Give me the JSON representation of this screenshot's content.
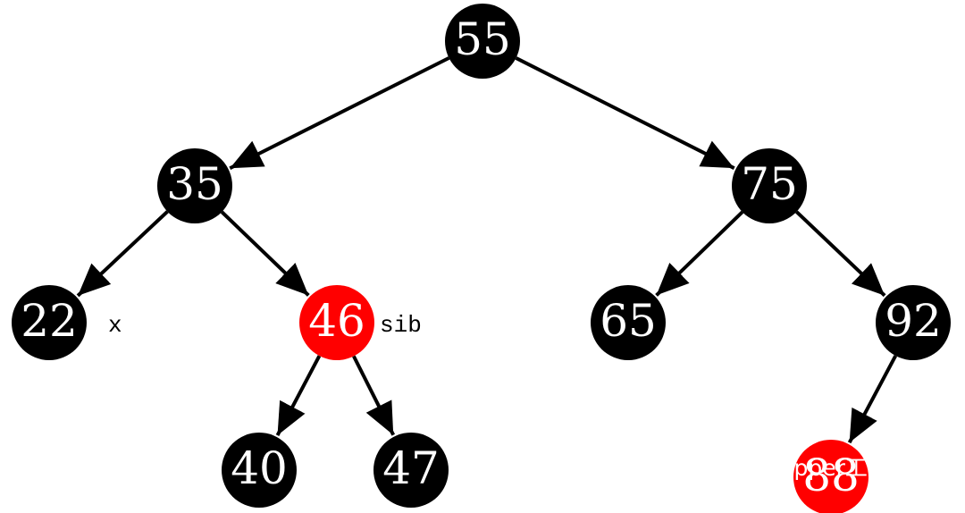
{
  "tree": {
    "nodes": [
      {
        "id": "n55",
        "label": "55",
        "color": "#000000"
      },
      {
        "id": "n35",
        "label": "35",
        "color": "#000000"
      },
      {
        "id": "n75",
        "label": "75",
        "color": "#000000"
      },
      {
        "id": "n22",
        "label": "22",
        "color": "#000000"
      },
      {
        "id": "n46",
        "label": "46",
        "color": "#ff0000"
      },
      {
        "id": "n65",
        "label": "65",
        "color": "#000000"
      },
      {
        "id": "n92",
        "label": "92",
        "color": "#000000"
      },
      {
        "id": "n40",
        "label": "40",
        "color": "#000000"
      },
      {
        "id": "n47",
        "label": "47",
        "color": "#000000"
      },
      {
        "id": "n88",
        "label": "88",
        "color": "#ff0000"
      }
    ],
    "edges": [
      [
        "n55",
        "n35"
      ],
      [
        "n55",
        "n75"
      ],
      [
        "n35",
        "n22"
      ],
      [
        "n35",
        "n46"
      ],
      [
        "n75",
        "n65"
      ],
      [
        "n75",
        "n92"
      ],
      [
        "n46",
        "n40"
      ],
      [
        "n46",
        "n47"
      ],
      [
        "n92",
        "n88"
      ]
    ],
    "annotations": [
      {
        "node": "n22",
        "text": "x"
      },
      {
        "node": "n46",
        "text": "sib"
      }
    ]
  },
  "watermark": {
    "text": "glmapper工作室",
    "icon": "wechat-icon"
  }
}
